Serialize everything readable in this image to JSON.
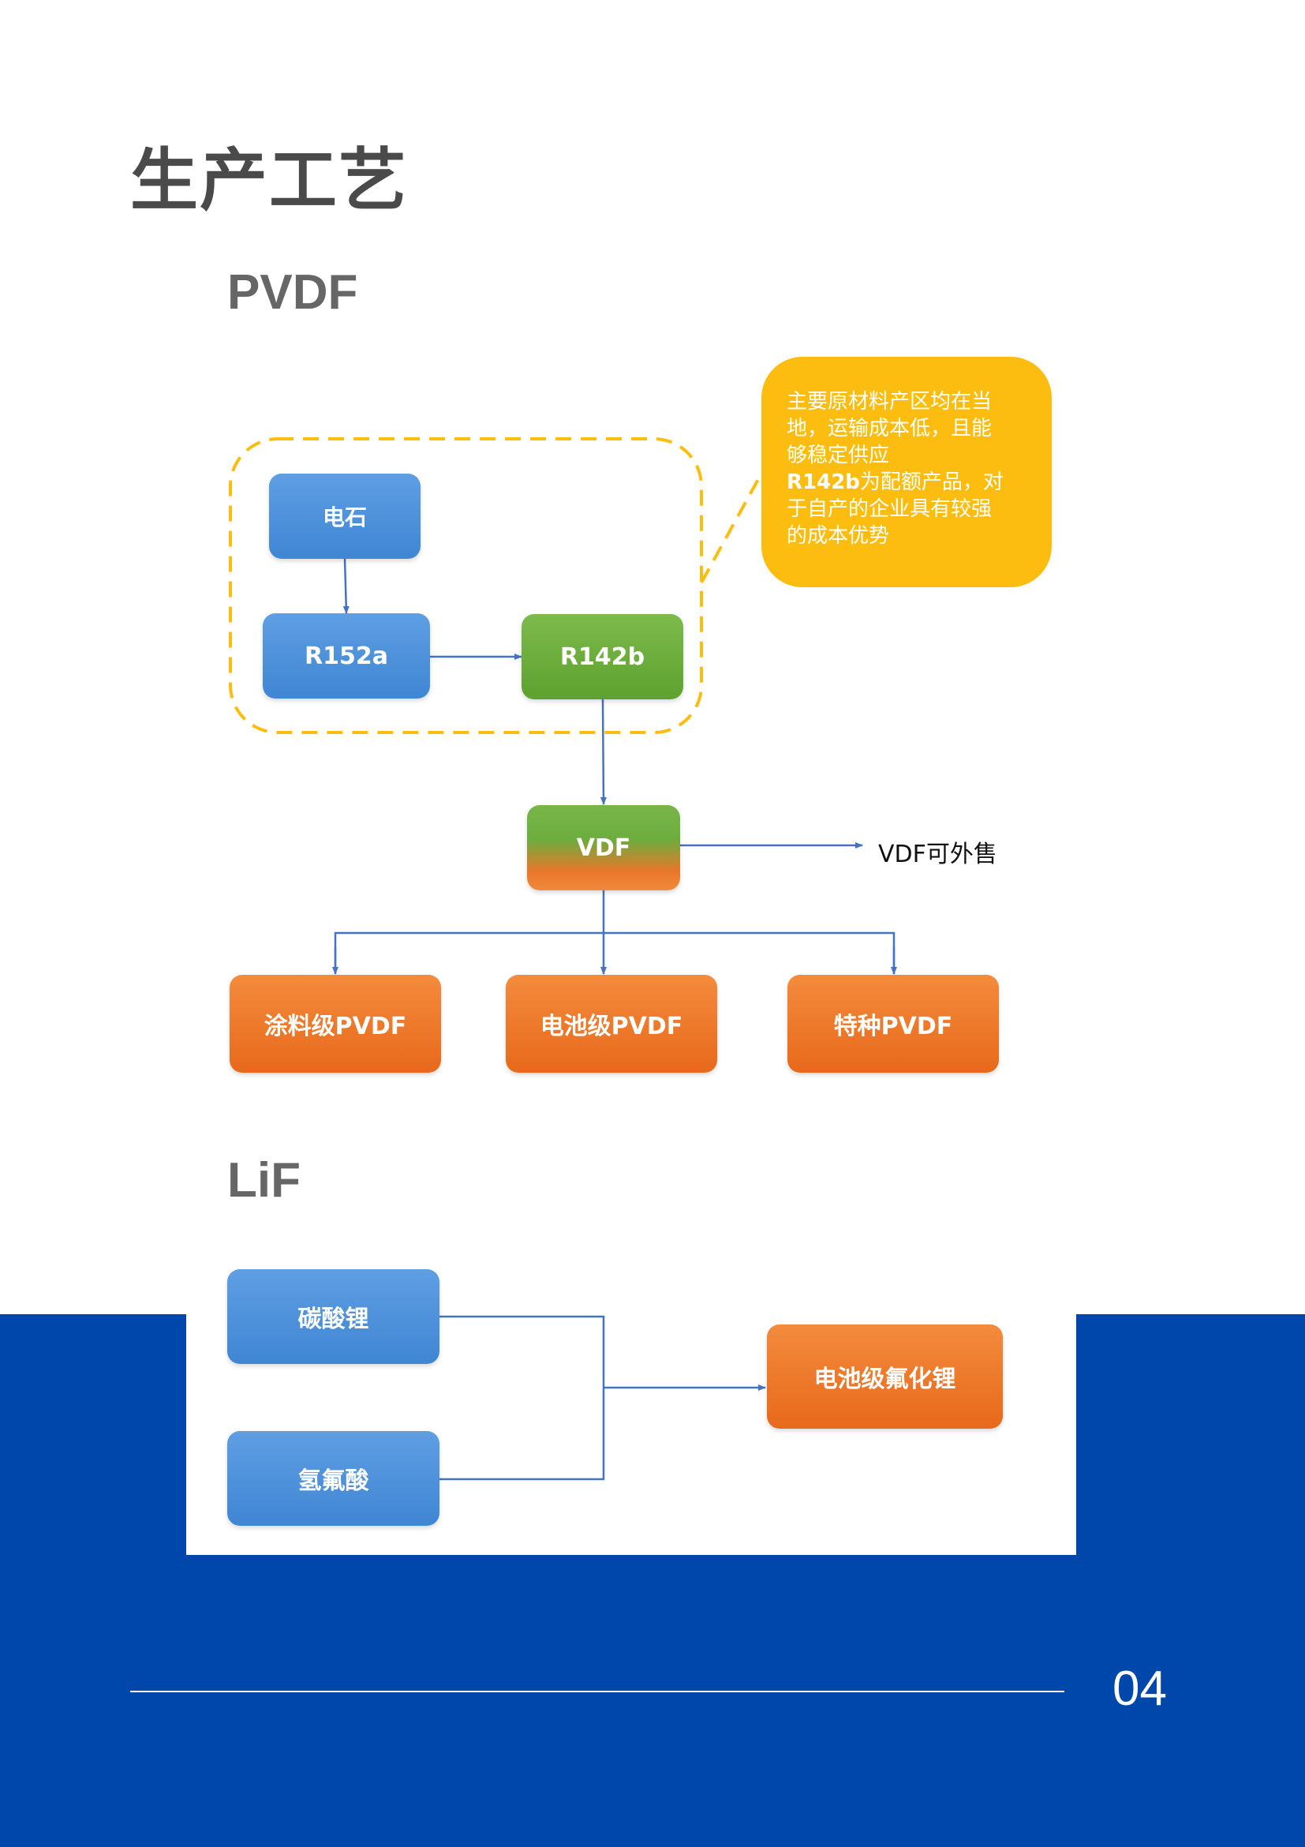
{
  "page": {
    "title": "生产工艺",
    "page_number": "04"
  },
  "pvdf": {
    "section_title": "PVDF",
    "nodes": {
      "calcium_carbide": "电石",
      "r152a": "R152a",
      "r142b": "R142b",
      "vdf": "VDF",
      "coating_pvdf": "涂料级PVDF",
      "battery_pvdf": "电池级PVDF",
      "special_pvdf": "特种PVDF"
    },
    "vdf_external_label": "VDF可外售",
    "callout": {
      "line1": "主要原材料产区均在当",
      "line2": "地，运输成本低，且能",
      "line3": "够稳定供应",
      "line4_bold": "R142b",
      "line4_rest": "为配额产品，对",
      "line5": "于自产的企业具有较强",
      "line6": "的成本优势"
    }
  },
  "lif": {
    "section_title": "LiF",
    "nodes": {
      "lithium_carbonate": "碳酸锂",
      "hydrofluoric_acid": "氢氟酸",
      "battery_lif": "电池级氟化锂"
    }
  },
  "colors": {
    "brand_blue": "#0047ab",
    "node_blue": "#4a90d9",
    "node_green": "#6aaa3a",
    "node_orange": "#ee7a2c",
    "callout_yellow": "#fdbd10",
    "connector": "#4472c4"
  }
}
